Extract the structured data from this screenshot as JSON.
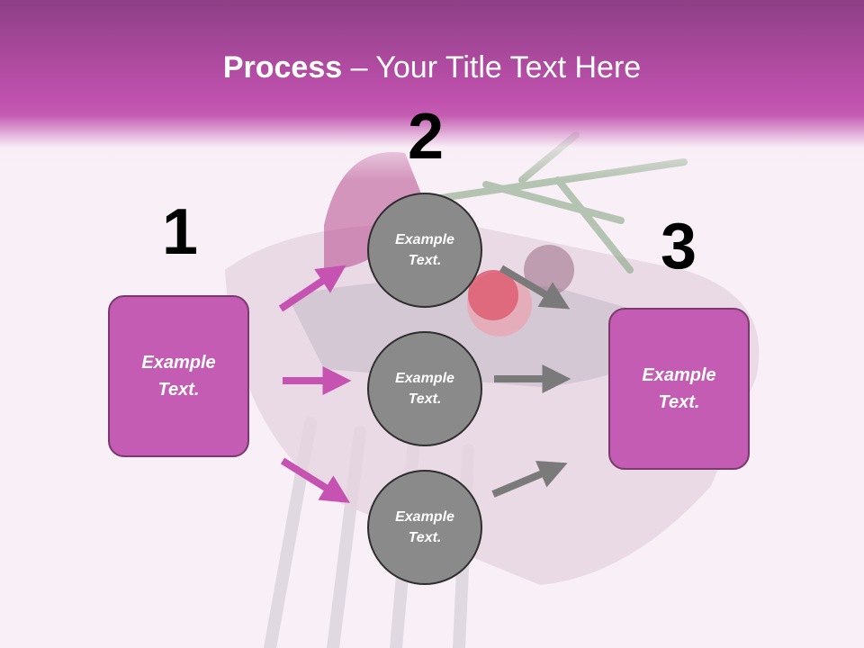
{
  "title": {
    "bold": "Process",
    "separator": " – ",
    "rest": "Your Title Text Here"
  },
  "steps": [
    {
      "number": "1",
      "label_line1": "Example",
      "label_line2": "Text."
    },
    {
      "number": "2"
    },
    {
      "number": "3",
      "label_line1": "Example",
      "label_line2": "Text."
    }
  ],
  "circles": [
    {
      "line1": "Example",
      "line2": "Text."
    },
    {
      "line1": "Example",
      "line2": "Text."
    },
    {
      "line1": "Example",
      "line2": "Text."
    }
  ],
  "colors": {
    "box_fill": "#c35cb2",
    "box_border": "#7a3a6e",
    "circle_fill": "#8a8a8a",
    "circle_border": "#2e2e2e",
    "pink_arrow": "#c653b2",
    "gray_arrow": "#7a7a7a",
    "header": "#b84aa6"
  }
}
